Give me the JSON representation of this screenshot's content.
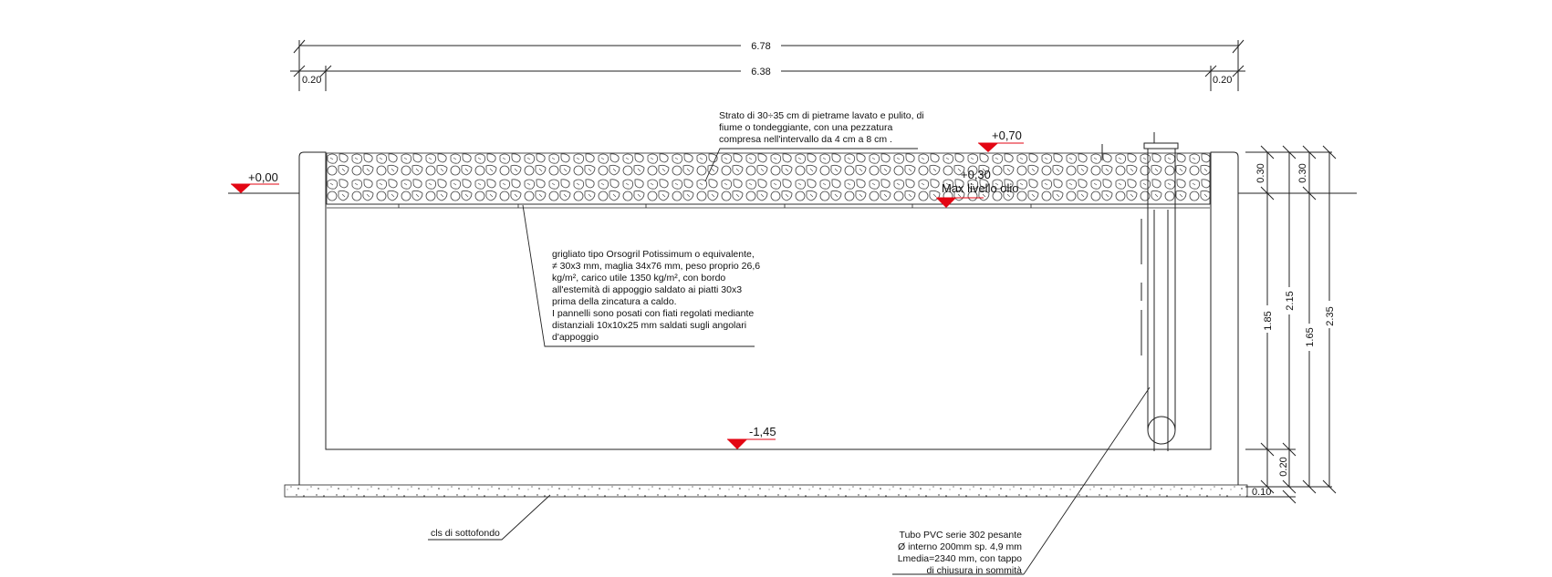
{
  "dimensions": {
    "top_total": "6.78",
    "top_inner": "6.38",
    "wall_left": "0.20",
    "wall_right": "0.20",
    "right_030_a": "0.30",
    "right_030_b": "0.30",
    "right_185": "1.85",
    "right_215": "2.15",
    "right_165": "1.65",
    "right_235": "2.35",
    "right_020": "0.20",
    "right_010": "0.10"
  },
  "levels": {
    "ground": "+0,00",
    "top": "+0,70",
    "oil_level": "+0,30",
    "oil_label": "Max livello olio",
    "bottom": "-1,45"
  },
  "notes": {
    "gravel": [
      "Strato di 30÷35 cm di pietrame lavato e pulito, di",
      "fiume o tondeggiante, con una pezzatura",
      "compresa nell'intervallo da 4 cm a 8 cm ."
    ],
    "grating": [
      "grigliato tipo Orsogril Potissimum o equivalente,",
      "≠ 30x3 mm, maglia 34x76 mm, peso proprio 26,6",
      "kg/m², carico utile 1350 kg/m², con bordo",
      "all'estemità di appoggio saldato ai piatti 30x3",
      "prima della zincatura a caldo.",
      "I pannelli sono posati con fiati regolati mediante",
      "distanziali 10x10x25 mm saldati sugli angolari",
      "d'appoggio"
    ],
    "subfloor": "cls di sottofondo",
    "pipe": [
      "Tubo PVC serie 302 pesante",
      "Ø interno 200mm sp. 4,9 mm",
      "Lmedia=2340 mm, con tappo",
      "di chiusura in sommità"
    ]
  },
  "colors": {
    "line": "#222222",
    "marker": "#e30613",
    "background": "#ffffff"
  }
}
